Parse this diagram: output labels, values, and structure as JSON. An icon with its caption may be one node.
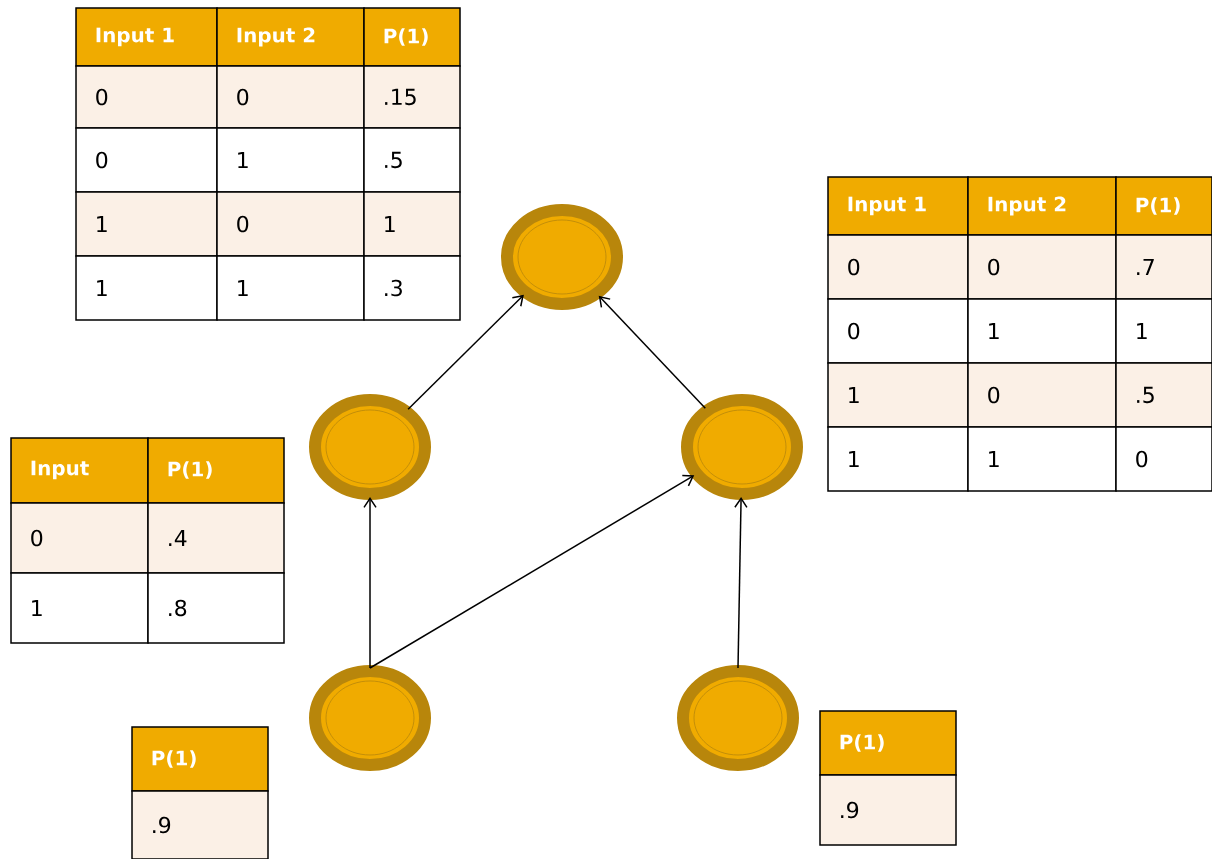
{
  "diagram": {
    "nodes": [
      {
        "text": [],
        "shape": "circle"
      },
      {
        "text": [],
        "shape": "circle"
      },
      {
        "text": [],
        "shape": "circle"
      },
      {
        "text": [],
        "shape": "circle"
      },
      {
        "text": [],
        "shape": "circle"
      }
    ],
    "edges": [
      {
        "from": 1,
        "to": 0,
        "arrow": "to"
      },
      {
        "from": 2,
        "to": 0,
        "arrow": "to"
      },
      {
        "from": 3,
        "to": 1,
        "arrow": "to"
      },
      {
        "from": 3,
        "to": 2,
        "arrow": "to"
      },
      {
        "from": 4,
        "to": 2,
        "arrow": "to"
      }
    ],
    "labels": [
      "Input 1",
      "Input 2",
      "P(1)",
      "0",
      "0",
      ".15",
      "0",
      "1",
      ".5",
      "1",
      "0",
      "1",
      "1",
      "1",
      ".3",
      "Input 1",
      "Input 2",
      "P(1)",
      "0",
      "0",
      ".7",
      "0",
      "1",
      "1",
      "1",
      "0",
      ".5",
      "1",
      "1",
      "0",
      "Input",
      "P(1)",
      "0",
      ".4",
      "1",
      ".8",
      "P(1)",
      ".9",
      "P(1)",
      ".9"
    ]
  }
}
